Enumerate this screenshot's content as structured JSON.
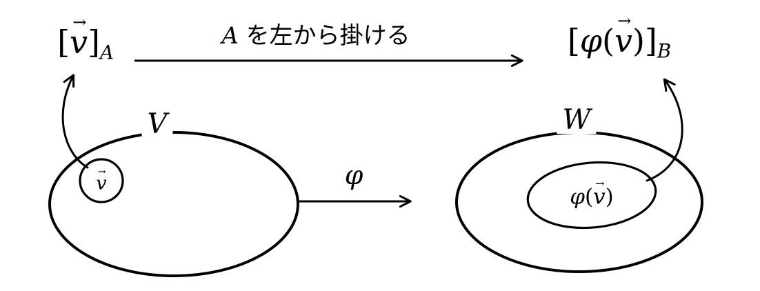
{
  "colors": {
    "ink": "#000000",
    "background": "#ffffff"
  },
  "labels": {
    "vec_arrow": "→",
    "coord_v": {
      "open": "[",
      "v": "v",
      "close": "]",
      "sub": "A"
    },
    "top_arrow": {
      "var": "A",
      "text": " を左から掛ける"
    },
    "coord_phi_v": {
      "open": "[",
      "phi": "φ",
      "popen": "(",
      "v": "v",
      "pclose": ")",
      "close": "]",
      "sub": "B"
    },
    "left_set": "V",
    "right_set": "W",
    "map": "φ",
    "v_in_circle": "v",
    "phi_v_inner": {
      "phi": "φ",
      "popen": "(",
      "v": "v",
      "pclose": ")"
    }
  }
}
